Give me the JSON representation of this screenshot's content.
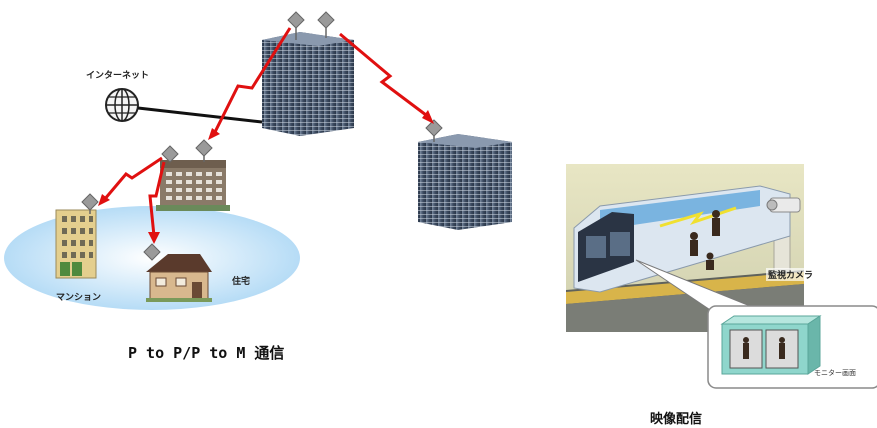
{
  "labels": {
    "internet": "インターネット",
    "mansion": "マンション",
    "house": "住宅",
    "camera": "監視カメラ",
    "monitor": "モニター画面"
  },
  "captions": {
    "p2p": "P to P/P to M 通信",
    "video": "映像配信"
  },
  "colors": {
    "link_red": "#e01010",
    "ellipse": "#bfe0f7",
    "building": "#4a5a70"
  }
}
